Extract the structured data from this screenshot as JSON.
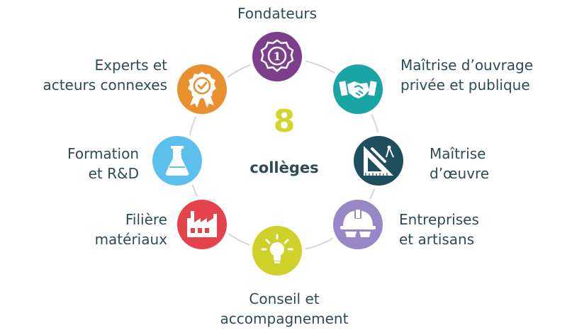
{
  "center": {
    "count": "8",
    "word": "collèges",
    "count_color": "#d2d62c"
  },
  "colleges": [
    {
      "id": "fondateurs",
      "lines": [
        "Fondateurs"
      ],
      "color": "#7b3f8c",
      "icon": "medal-number-one-icon"
    },
    {
      "id": "maitrise-ouvrage",
      "lines": [
        "Maîtrise d’ouvrage",
        "privée et publique"
      ],
      "color": "#1aa5a5",
      "icon": "handshake-icon"
    },
    {
      "id": "maitrise-oeuvre",
      "lines": [
        "Maîtrise",
        "d’œuvre"
      ],
      "color": "#1f4e5f",
      "icon": "set-square-compass-icon"
    },
    {
      "id": "entreprises",
      "lines": [
        "Entreprises",
        "et artisans"
      ],
      "color": "#9787c6",
      "icon": "hard-hat-icon"
    },
    {
      "id": "conseil",
      "lines": [
        "Conseil et",
        "accompagnement"
      ],
      "color": "#cfd02a",
      "icon": "light-bulb-icon"
    },
    {
      "id": "filiere",
      "lines": [
        "Filière",
        "matériaux"
      ],
      "color": "#e5434b",
      "icon": "factory-icon"
    },
    {
      "id": "formation",
      "lines": [
        "Formation",
        "et R&D"
      ],
      "color": "#5bc0eb",
      "icon": "lab-flask-icon"
    },
    {
      "id": "experts",
      "lines": [
        "Experts et",
        "acteurs connexes"
      ],
      "color": "#e8902e",
      "icon": "award-badge-icon"
    }
  ]
}
